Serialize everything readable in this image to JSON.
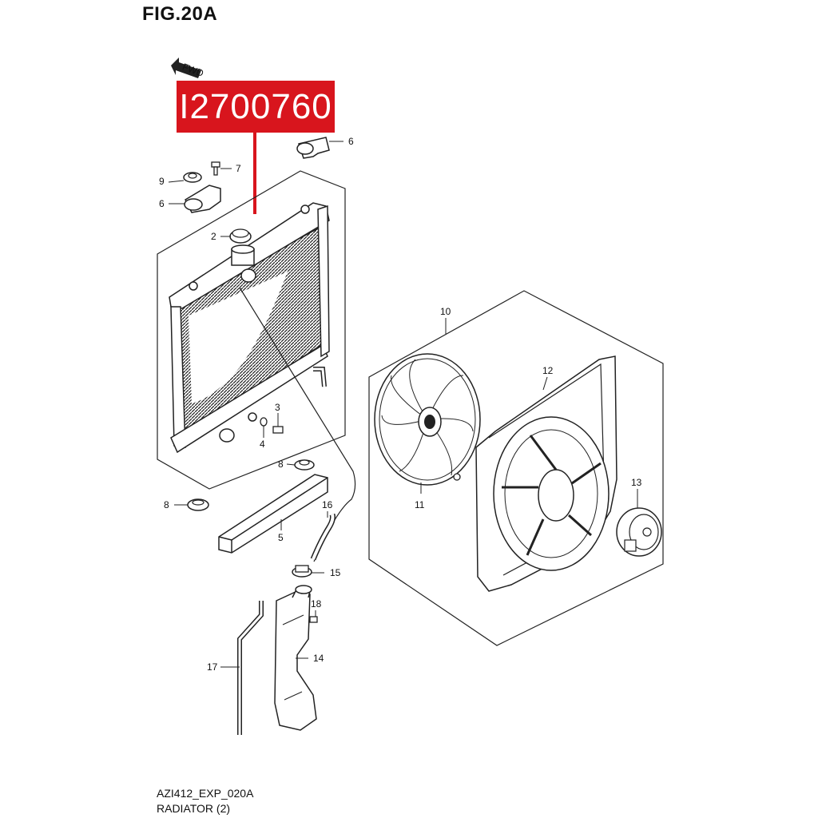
{
  "figure": {
    "title": "FIG.20A",
    "fwd_label": "FWD",
    "part_number": "I2700760",
    "drawing_code": "AZI412_EXP_020A",
    "drawing_name": "RADIATOR (2)"
  },
  "callouts": {
    "c1": "6",
    "c2": "7",
    "c3": "9",
    "c4": "6",
    "c5": "2",
    "c6": "3",
    "c7": "4",
    "c8": "8",
    "c9": "8",
    "c10": "5",
    "c11": "16",
    "c12": "15",
    "c13": "18",
    "c14": "14",
    "c15": "17",
    "c16": "10",
    "c17": "11",
    "c18": "12",
    "c19": "13"
  },
  "colors": {
    "accent": "#d8151d",
    "line": "#222222"
  }
}
